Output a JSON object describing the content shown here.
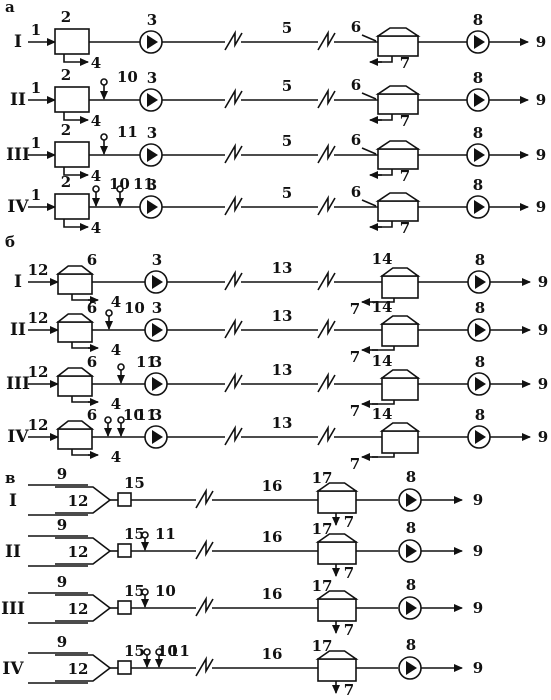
{
  "sections": [
    {
      "letter": "а",
      "rows": [
        {
          "roman": "I",
          "labels": {
            "inlet": "1",
            "unit": "2",
            "side": "4",
            "pump": "3",
            "pipe": "5",
            "tank": "6",
            "drain": "7",
            "out_pump": "8",
            "out": "9"
          },
          "injections": []
        },
        {
          "roman": "II",
          "labels": {
            "inlet": "1",
            "unit": "2",
            "side": "4",
            "pump": "3",
            "pipe": "5",
            "tank": "6",
            "drain": "7",
            "out_pump": "8",
            "out": "9"
          },
          "injections": [
            "10"
          ]
        },
        {
          "roman": "III",
          "labels": {
            "inlet": "1",
            "unit": "2",
            "side": "4",
            "pump": "3",
            "pipe": "5",
            "tank": "6",
            "drain": "7",
            "out_pump": "8",
            "out": "9"
          },
          "injections": [
            "11"
          ]
        },
        {
          "roman": "IV",
          "labels": {
            "inlet": "1",
            "unit": "2",
            "side": "4",
            "pump": "3",
            "pipe": "5",
            "tank": "6",
            "drain": "7",
            "out_pump": "8",
            "out": "9"
          },
          "injections": [
            "10",
            "11"
          ]
        }
      ]
    },
    {
      "letter": "б",
      "rows": [
        {
          "roman": "I",
          "labels": {
            "inlet": "12",
            "unit": "6",
            "side": "4",
            "pump": "3",
            "pipe": "13",
            "tank": "14",
            "drain": "7",
            "out_pump": "8",
            "out": "9"
          },
          "injections": []
        },
        {
          "roman": "II",
          "labels": {
            "inlet": "12",
            "unit": "6",
            "side": "4",
            "pump": "3",
            "pipe": "13",
            "tank": "14",
            "drain": "7",
            "out_pump": "8",
            "out": "9"
          },
          "injections": [
            "10"
          ]
        },
        {
          "roman": "III",
          "labels": {
            "inlet": "12",
            "unit": "6",
            "side": "4",
            "pump": "3",
            "pipe": "13",
            "tank": "14",
            "drain": "7",
            "out_pump": "8",
            "out": "9"
          },
          "injections": [
            "11"
          ]
        },
        {
          "roman": "IV",
          "labels": {
            "inlet": "12",
            "unit": "6",
            "side": "4",
            "pump": "3",
            "pipe": "13",
            "tank": "14",
            "drain": "7",
            "out_pump": "8",
            "out": "9"
          },
          "injections": [
            "10",
            "11"
          ]
        }
      ]
    },
    {
      "letter": "в",
      "rows": [
        {
          "roman": "I",
          "labels": {
            "in_top": "9",
            "in_bottom": "12",
            "mixer": "15",
            "pipe": "16",
            "tank": "17",
            "drain": "7",
            "out_pump": "8",
            "out": "9"
          },
          "injections": []
        },
        {
          "roman": "II",
          "labels": {
            "in_top": "9",
            "in_bottom": "12",
            "mixer": "15",
            "pipe": "16",
            "tank": "17",
            "drain": "7",
            "out_pump": "8",
            "out": "9"
          },
          "injections": [
            "11"
          ]
        },
        {
          "roman": "III",
          "labels": {
            "in_top": "9",
            "in_bottom": "12",
            "mixer": "15",
            "pipe": "16",
            "tank": "17",
            "drain": "7",
            "out_pump": "8",
            "out": "9"
          },
          "injections": [
            "10"
          ]
        },
        {
          "roman": "IV",
          "labels": {
            "in_top": "9",
            "in_bottom": "12",
            "mixer": "15",
            "pipe": "16",
            "tank": "17",
            "drain": "7",
            "out_pump": "8",
            "out": "9"
          },
          "injections": [
            "10",
            "11"
          ]
        }
      ]
    }
  ]
}
